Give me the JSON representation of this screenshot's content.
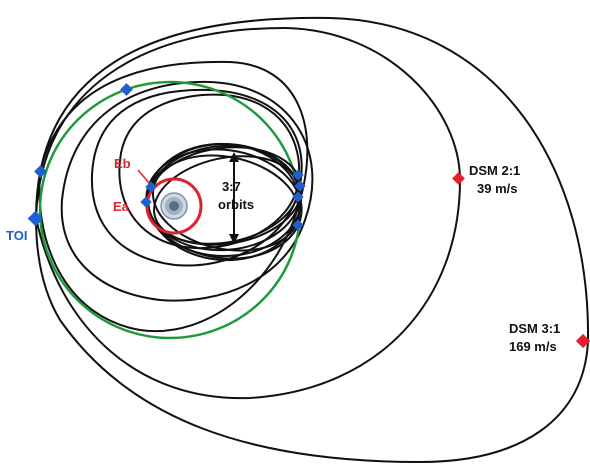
{
  "labels": {
    "eb": "Eb",
    "ea": "Ea",
    "toi": "TOI",
    "resonance_line1": "3:7",
    "resonance_line2": "orbits",
    "dsm21_name": "DSM 2:1",
    "dsm21_dv": "39 m/s",
    "dsm31_name": "DSM 3:1",
    "dsm31_dv": "169 m/s"
  },
  "colors": {
    "orbit": "#111111",
    "moon_orbit": "#1f9a3a",
    "earth_orbit": "#e0202a",
    "node_blue": "#1f5fd0",
    "node_red": "#e0202a",
    "planet_outer": "#9fb3c8",
    "planet_inner": "#5c6f7e"
  }
}
